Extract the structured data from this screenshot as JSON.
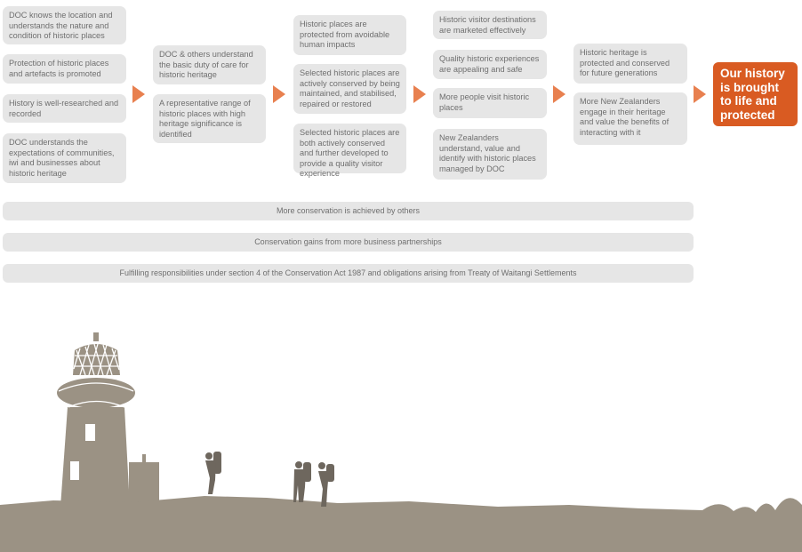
{
  "columns": [
    {
      "items": [
        "DOC knows the location and understands the nature and condition of historic places",
        "Protection of historic places and artefacts is promoted",
        "History is well-researched and recorded",
        "DOC understands the expectations of communities, iwi and businesses about historic heritage"
      ]
    },
    {
      "items": [
        "DOC & others understand the basic duty of care for historic heritage",
        "A representative range of historic places with high heritage significance is identified"
      ]
    },
    {
      "items": [
        "Historic places are protected from avoidable human impacts",
        "Selected historic places are actively conserved by being maintained, and stabilised, repaired or restored",
        "Selected historic places are both actively conserved and further developed to provide a quality visitor experience"
      ]
    },
    {
      "items": [
        "Historic visitor destinations are marketed effectively",
        "Quality historic experiences are appealing and safe",
        "More people visit historic places",
        "New Zealanders understand, value and identify with historic places managed by DOC"
      ]
    },
    {
      "items": [
        "Historic heritage is protected and conserved for future generations",
        "More New Zealanders engage in their heritage and value the benefits of interacting with it"
      ]
    }
  ],
  "outcome": "Our history is brought to life and protected",
  "bars": [
    "More conservation is achieved by others",
    "Conservation gains from more business partnerships",
    "Fulfilling responsibilities under section 4 of the Conservation Act 1987 and obligations arising from Treaty of Waitangi Settlements"
  ],
  "colors": {
    "box": "#e6e6e6",
    "arrow": "#e8804f",
    "outcome": "#d95b22",
    "landscape": "#9b9284",
    "people": "#6e675e"
  }
}
